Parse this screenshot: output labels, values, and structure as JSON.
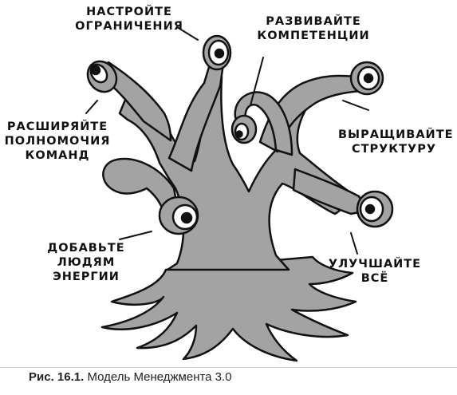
{
  "labels": {
    "set_limits": "НАСТРОЙТЕ\nОГРАНИЧЕНИЯ",
    "develop_competencies": "РАЗВИВАЙТЕ\nКОМПЕТЕНЦИИ",
    "empower_teams": "РАСШИРЯЙТЕ\nПОЛНОМОЧИЯ\nКОМАНД",
    "grow_structure": "ВЫРАЩИВАЙТЕ\nСТРУКТУРУ",
    "energize_people": "ДОБАВЬТЕ\nЛЮДЯМ\nЭНЕРГИИ",
    "improve_everything": "УЛУЧШАЙТЕ\nВСЁ"
  },
  "caption": {
    "number": "Рис. 16.1.",
    "text": "Модель Менеджмента 3.0"
  },
  "colors": {
    "tree_fill": "#a3a3a3",
    "outline": "#111111",
    "eye_white": "#ffffff",
    "pupil": "#111111"
  }
}
